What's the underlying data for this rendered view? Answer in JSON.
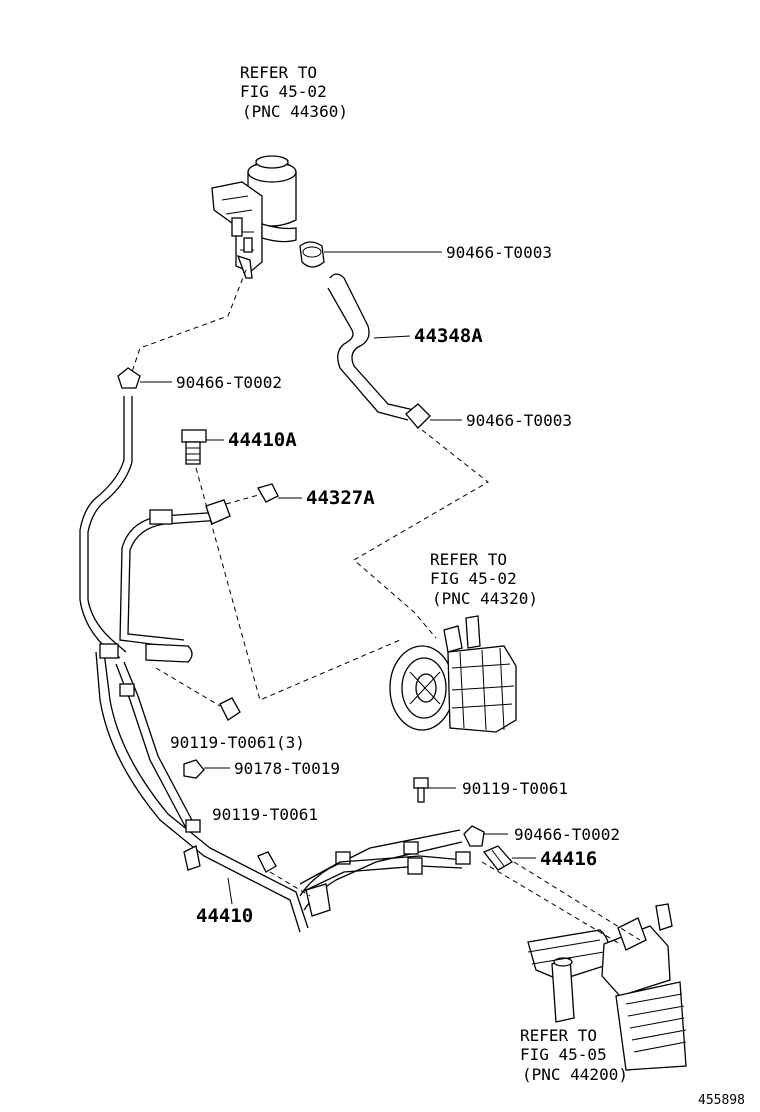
{
  "references": [
    {
      "id": "ref-reservoir",
      "lines": [
        "REFER TO",
        "FIG 45-02",
        "(PNC 44360)"
      ]
    },
    {
      "id": "ref-pump",
      "lines": [
        "REFER TO",
        "FIG 45-02",
        "(PNC 44320)"
      ]
    },
    {
      "id": "ref-gear",
      "lines": [
        "REFER TO",
        "FIG 45-05",
        "(PNC 44200)"
      ]
    }
  ],
  "parts": [
    {
      "id": "clamp-upper",
      "number": "90466-T0003"
    },
    {
      "id": "return-hose",
      "number": "44348A"
    },
    {
      "id": "clamp-left",
      "number": "90466-T0002"
    },
    {
      "id": "clamp-lower-hose",
      "number": "90466-T0003"
    },
    {
      "id": "union-bolt",
      "number": "44410A"
    },
    {
      "id": "gasket",
      "number": "44327A"
    },
    {
      "id": "bolt-a",
      "number": "90119-T0061(3)"
    },
    {
      "id": "nut",
      "number": "90178-T0019"
    },
    {
      "id": "bolt-b",
      "number": "90119-T0061"
    },
    {
      "id": "bolt-c",
      "number": "90119-T0061"
    },
    {
      "id": "clamp-right",
      "number": "90466-T0002"
    },
    {
      "id": "fitting",
      "number": "44416"
    },
    {
      "id": "pressure-tube",
      "number": "44410"
    }
  ],
  "illustration_id": "455898"
}
